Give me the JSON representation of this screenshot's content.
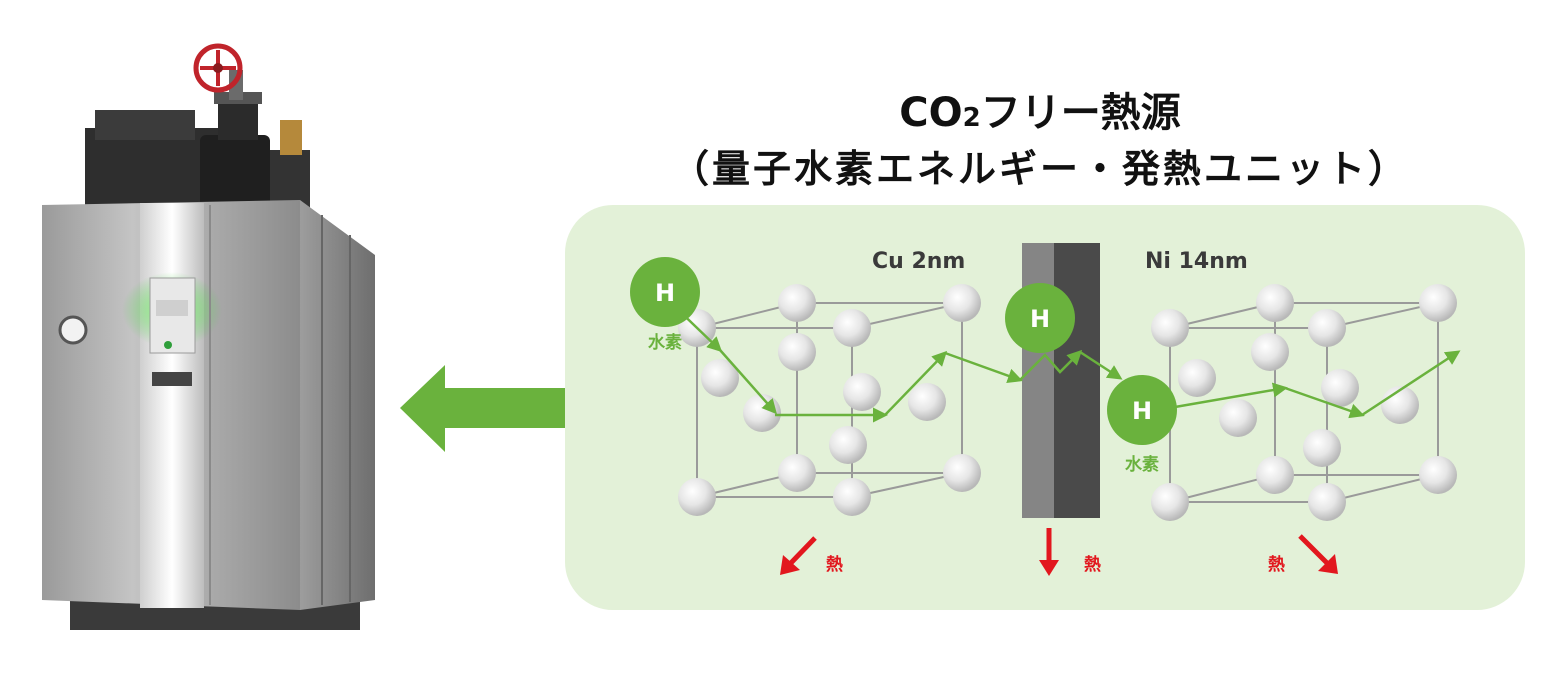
{
  "title": {
    "line1_prefix": "CO",
    "line1_sub": "2",
    "line1_suffix": "フリー熱源",
    "line2": "（量子水素エネルギー・発熱ユニット）"
  },
  "layers": {
    "cu_label": "Cu 2nm",
    "ni_label": "Ni 14nm"
  },
  "hydrogen": {
    "symbol": "H",
    "name": "水素"
  },
  "heat": {
    "label": "熱"
  },
  "colors": {
    "panel_bg": "#e3f1d8",
    "green": "#6ab23d",
    "heat_red": "#e2171e",
    "atom_grey": "#d9d9d9"
  }
}
